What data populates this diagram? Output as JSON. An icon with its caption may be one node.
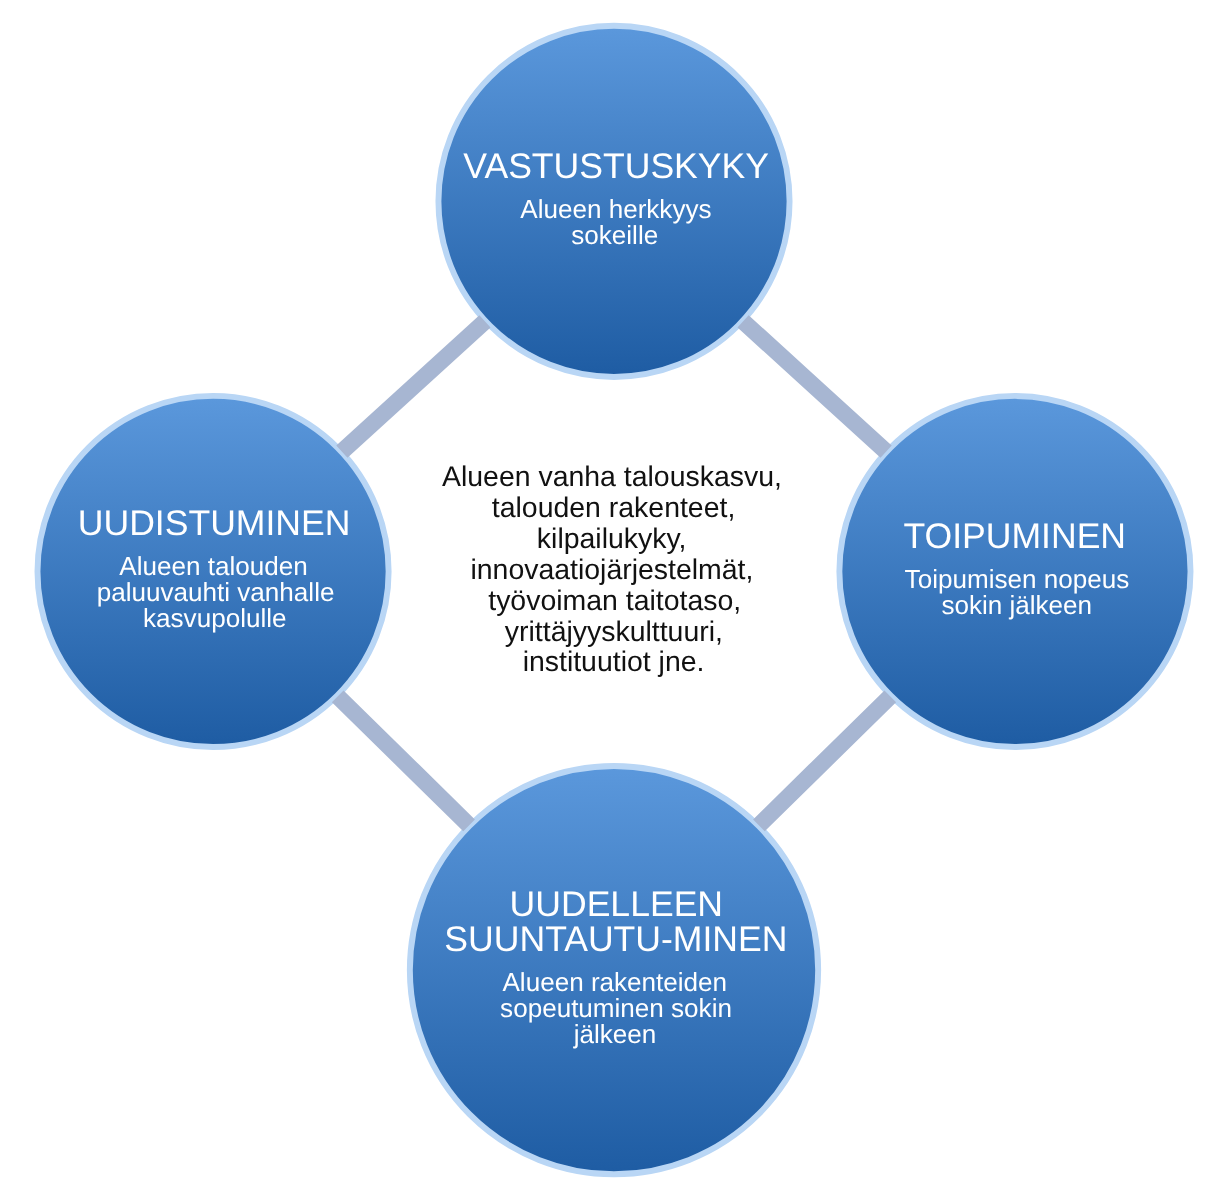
{
  "diagram": {
    "nodes": [
      {
        "text": [
          "VASTUSTUSKYKY",
          "Alueen herkkyys sokeille"
        ]
      },
      {
        "text": [
          "UUDISTUMINEN",
          "Alueen talouden paluuvauhti vanhalle kasvupolulle"
        ]
      },
      {
        "text": [
          "TOIPUMINEN",
          "Toipumisen nopeus sokin jälkeen"
        ]
      },
      {
        "text": [
          "UUDELLEEN SUUNTAUTU-MINEN",
          "Alueen rakenteiden sopeutuminen sokin jälkeen"
        ]
      }
    ],
    "edges": [
      {
        "from": 0,
        "to": 2,
        "arrow": "none"
      },
      {
        "from": 2,
        "to": 3,
        "arrow": "none"
      },
      {
        "from": 3,
        "to": 1,
        "arrow": "none"
      },
      {
        "from": 1,
        "to": 0,
        "arrow": "none"
      }
    ],
    "labels": [
      "Alueen vanha talouskasvu, talouden rakenteet, kilpailukyky, innovaatiojärjestelmät, työvoiman taitotaso, yrittäjyyskulttuuri, instituutiot jne."
    ]
  }
}
